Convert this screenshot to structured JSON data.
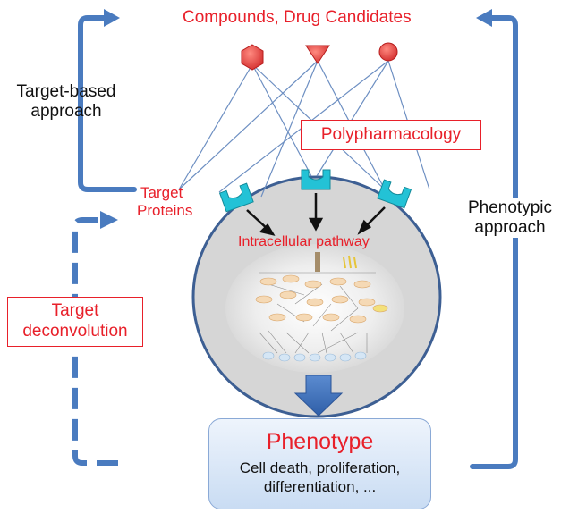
{
  "labels": {
    "compounds": "Compounds, Drug Candidates",
    "target_based_1": "Target-based",
    "target_based_2": "approach",
    "polypharmacology": "Polypharmacology",
    "target_proteins_1": "Target",
    "target_proteins_2": "Proteins",
    "intracellular": "Intracellular pathway",
    "phenotypic_1": "Phenotypic",
    "phenotypic_2": "approach",
    "deconvolution_1": "Target",
    "deconvolution_2": "deconvolution",
    "phenotype_title": "Phenotype",
    "phenotype_desc_1": "Cell death, proliferation,",
    "phenotype_desc_2": "differentiation, ..."
  },
  "colors": {
    "red_text": "#e8202a",
    "arrow_blue": "#4a7bbf",
    "receptor_cyan": "#23c2d6",
    "cell_fill": "#d6d6d6",
    "cell_border": "#3d5f93",
    "compound_red": "#e53935"
  },
  "icons": [
    "hexagon-compound-icon",
    "triangle-compound-icon",
    "circle-compound-icon",
    "receptor-icon",
    "pathway-network-icon"
  ]
}
